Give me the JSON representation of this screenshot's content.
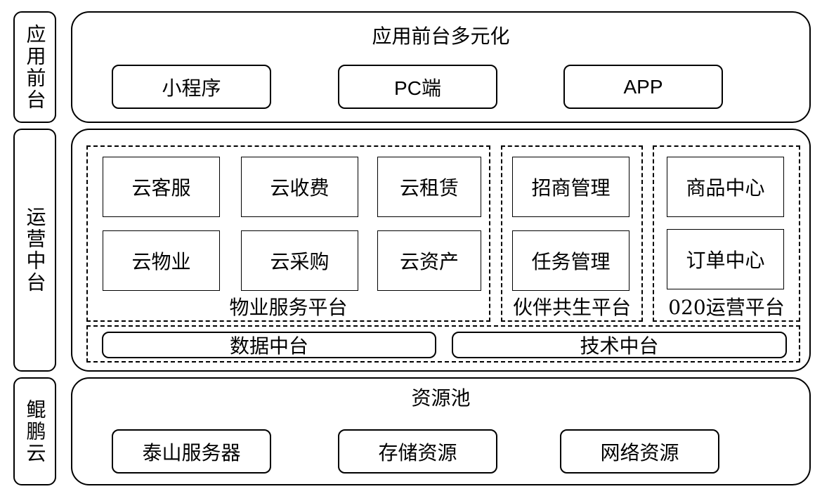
{
  "layers": {
    "front": {
      "side_label": "应用前台",
      "title": "应用前台多元化",
      "items": [
        "小程序",
        "PC端",
        "APP"
      ]
    },
    "middle": {
      "side_label": "运营中台",
      "property_platform": {
        "label": "物业服务平台",
        "items": [
          "云客服",
          "云收费",
          "云租赁",
          "云物业",
          "云采购",
          "云资产"
        ]
      },
      "partner_platform": {
        "label": "伙伴共生平台",
        "items": [
          "招商管理",
          "任务管理"
        ]
      },
      "o2o_platform": {
        "label": "020运营平台",
        "items": [
          "商品中心",
          "订单中心"
        ]
      },
      "data_platform": "数据中台",
      "tech_platform": "技术中台"
    },
    "cloud": {
      "side_label": "鲲鹏云",
      "title": "资源池",
      "items": [
        "泰山服务器",
        "存储资源",
        "网络资源"
      ]
    }
  }
}
